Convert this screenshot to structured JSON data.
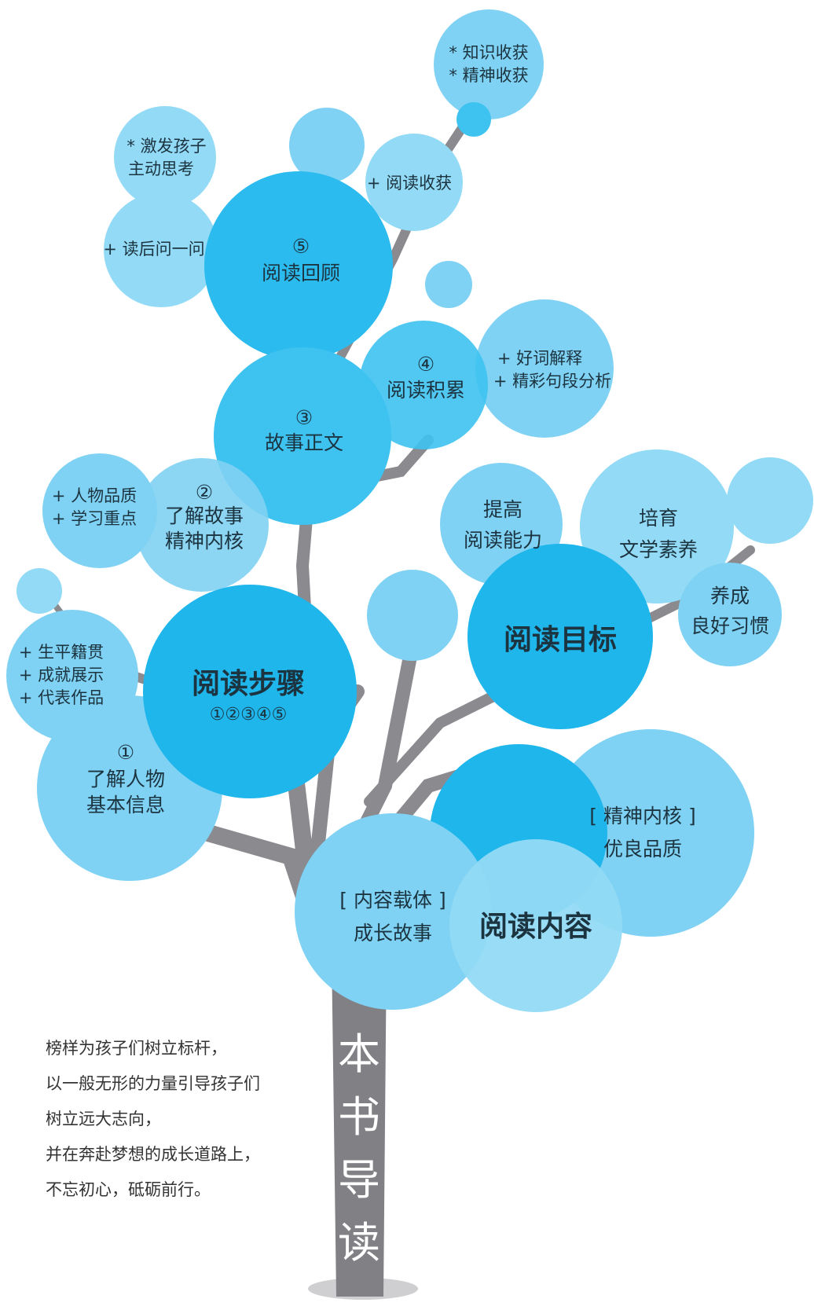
{
  "colors": {
    "trunk": "#808085",
    "branch": "#8a8a8f",
    "bubble_light": "#7fd2f3",
    "bubble_mid": "#3ec2ef",
    "bubble_dark": "#1fb6ec",
    "text": "#1c3340"
  },
  "trunk_title": [
    "本",
    "书",
    "导",
    "读"
  ],
  "intro_lines": [
    "榜样为孩子们树立标杆，",
    "以一般无形的力量引导孩子们",
    "树立远大志向，",
    "并在奔赴梦想的成长道路上，",
    "不忘初心，砥砺前行。"
  ],
  "content": {
    "main": "阅读内容",
    "carrier": [
      "[ 内容载体 ]",
      "成长故事"
    ],
    "core": [
      "[ 精神内核 ]",
      "优良品质"
    ]
  },
  "steps": {
    "main": "阅读步骤",
    "numbers": "①②③④⑤",
    "step1": [
      "①",
      "了解人物",
      "基本信息"
    ],
    "step1_detail": [
      "+ 生平籍贯",
      "+ 成就展示",
      "+ 代表作品"
    ],
    "step2": [
      "②",
      "了解故事",
      "精神内核"
    ],
    "step2_detail": [
      "+ 人物品质",
      "+ 学习重点"
    ],
    "step3": [
      "③",
      "故事正文"
    ],
    "step4": [
      "④",
      "阅读积累"
    ],
    "step4_detail": [
      "+ 好词解释",
      "+ 精彩句段分析"
    ],
    "step5": [
      "⑤",
      "阅读回顾"
    ],
    "step5_questions": "+ 读后问一问",
    "step5_questions_detail": [
      "* 激发孩子",
      "主动思考"
    ],
    "harvest": "+ 阅读收获",
    "harvest_detail": [
      "* 知识收获",
      "* 精神收获"
    ]
  },
  "goals": {
    "main": "阅读目标",
    "goal1": [
      "提高",
      "阅读能力"
    ],
    "goal2": [
      "培育",
      "文学素养"
    ],
    "goal3": [
      "养成",
      "良好习惯"
    ]
  }
}
